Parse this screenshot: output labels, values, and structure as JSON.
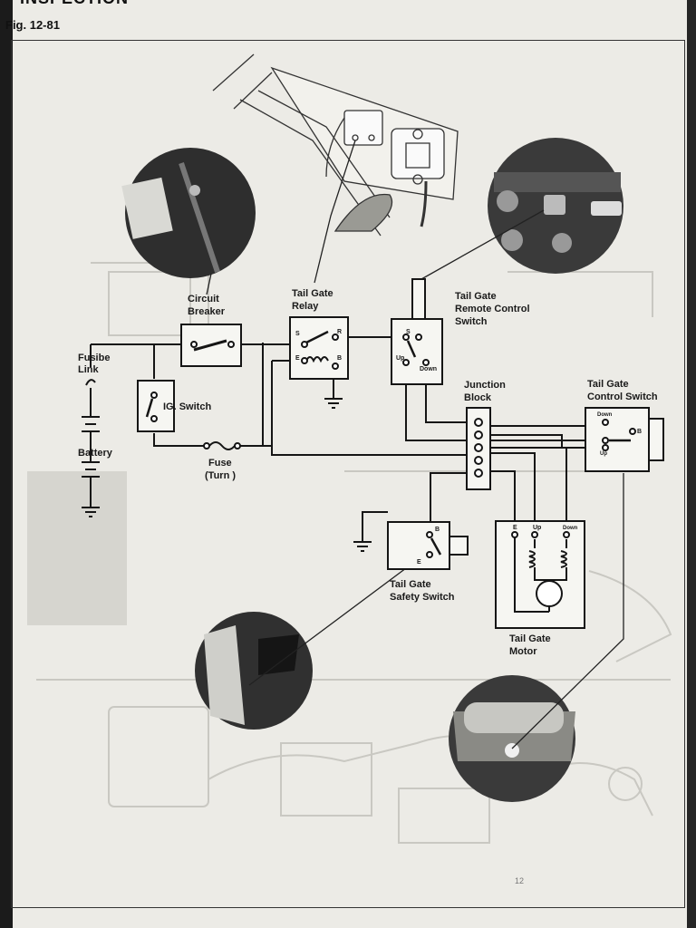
{
  "header": {
    "title": "INSPECTION",
    "figure": "Fig. 12-81"
  },
  "labels": {
    "fusible_link": [
      "Fusibe",
      "Link"
    ],
    "battery": "Battery",
    "circuit_breaker": [
      "Circuit",
      "Breaker"
    ],
    "ig_switch": "IG. Switch",
    "fuse": [
      "Fuse",
      "(Turn )"
    ],
    "relay": [
      "Tail Gate",
      "Relay"
    ],
    "remote_switch": [
      "Tail Gate",
      "Remote Control",
      "Switch"
    ],
    "junction_block": [
      "Junction",
      "Block"
    ],
    "control_switch": [
      "Tail Gate",
      "Control Switch"
    ],
    "safety_switch": [
      "Tail Gate",
      "Safety Switch"
    ],
    "motor": [
      "Tail Gate",
      "Motor"
    ]
  },
  "terminals": {
    "s": "S",
    "r": "R",
    "e": "E",
    "b": "B",
    "up": "Up",
    "down": "Down"
  },
  "watermark": "12"
}
